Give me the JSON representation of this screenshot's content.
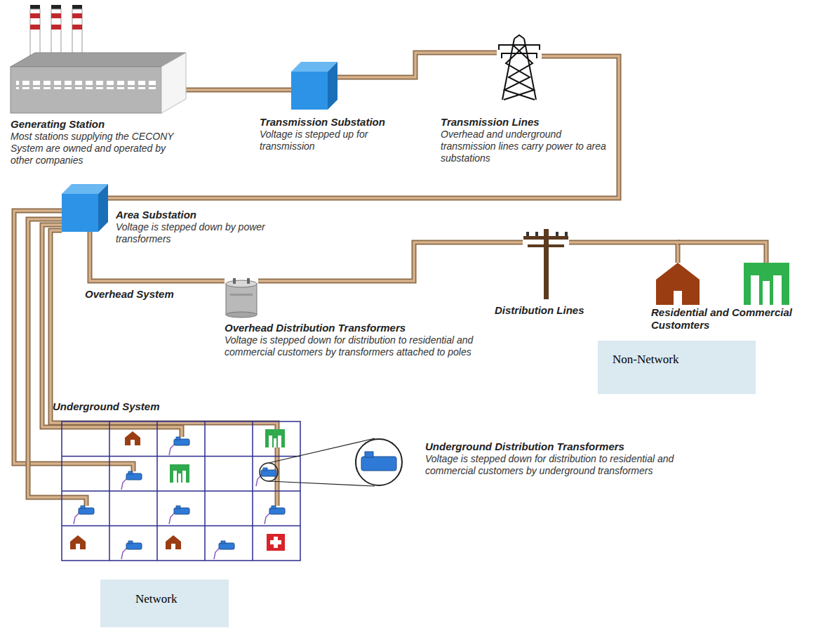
{
  "diagram": {
    "nodes": [
      {
        "text": [
          "Generating Station",
          "Most stations supplying the CECONY System are owned and operated by other companies"
        ]
      },
      {
        "text": [
          "Transmission Substation",
          "Voltage is stepped up for transmission"
        ]
      },
      {
        "text": [
          "Transmission Lines",
          "Overhead and underground transmission lines carry power to area substations"
        ]
      },
      {
        "text": [
          "Area Substation",
          "Voltage is stepped down by power transformers"
        ]
      },
      {
        "text": [
          "Overhead Distribution Transformers",
          "Voltage is stepped down for distribution to residential and commercial customers by transformers attached to poles"
        ]
      },
      {
        "text": [
          "Distribution Lines"
        ]
      },
      {
        "text": [
          "Residential and Commercial Customters"
        ]
      },
      {
        "text": [
          "Non-Network"
        ]
      },
      {
        "text": [
          "Underground System"
        ]
      },
      {
        "text": [
          "Underground Distribution Transformers",
          "Voltage is stepped down for distribution to residential and commercial customers by underground transformers"
        ]
      },
      {
        "text": [
          "Network"
        ]
      }
    ],
    "edges": [
      {
        "from": 0,
        "to": 1,
        "arrow": "none"
      },
      {
        "from": 1,
        "to": 2,
        "arrow": "none"
      },
      {
        "from": 2,
        "to": 3,
        "arrow": "none"
      },
      {
        "from": 3,
        "to": 4,
        "arrow": "none"
      },
      {
        "from": 4,
        "to": 5,
        "arrow": "none"
      },
      {
        "from": 5,
        "to": 6,
        "arrow": "none"
      },
      {
        "from": 3,
        "to": 8,
        "arrow": "none"
      }
    ],
    "labels": [
      "Overhead System"
    ]
  }
}
